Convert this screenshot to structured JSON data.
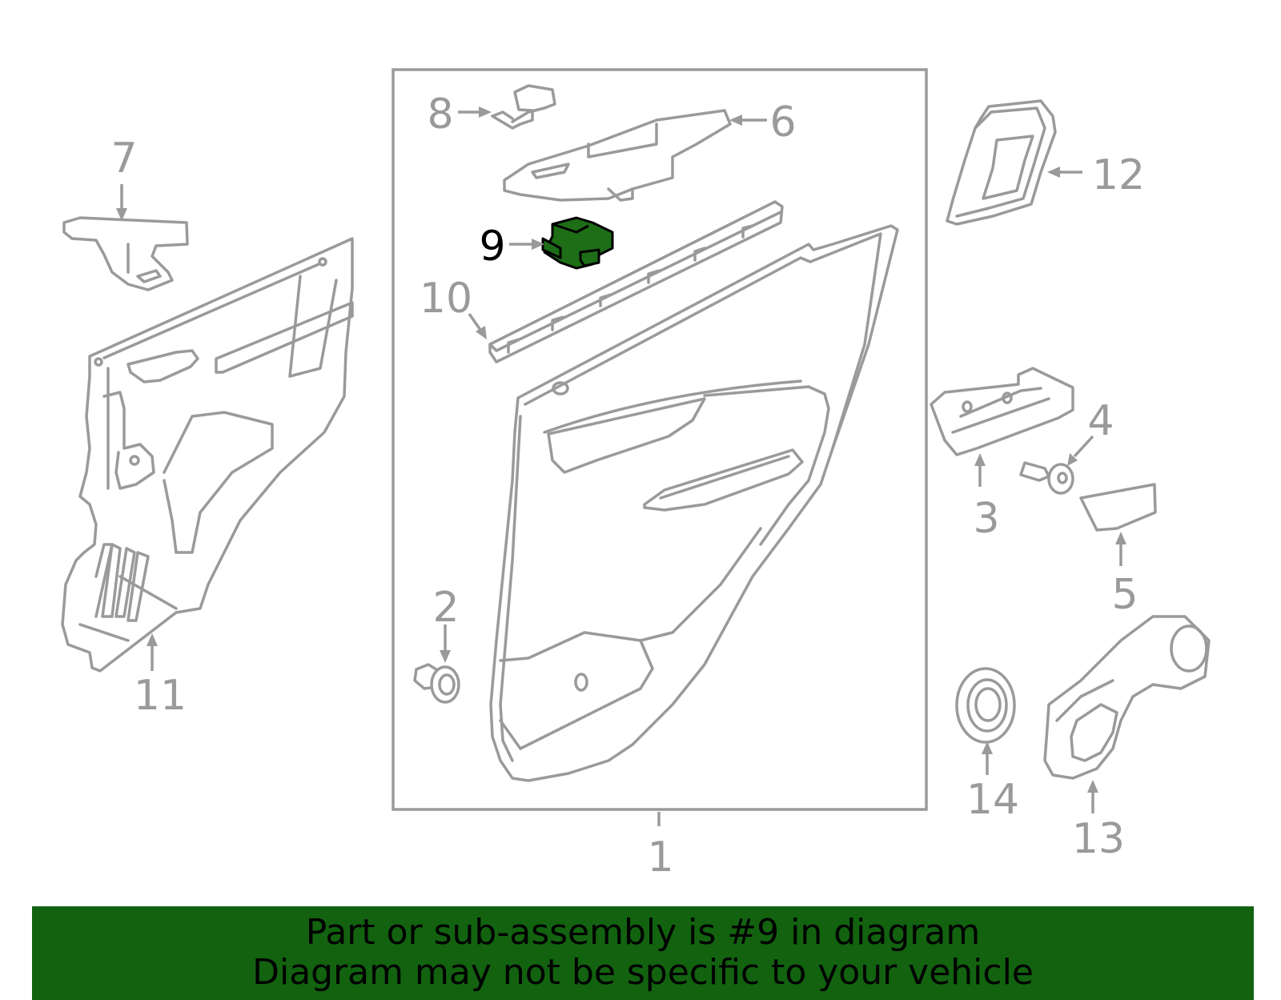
{
  "callouts": {
    "c1": "1",
    "c2": "2",
    "c3": "3",
    "c4": "4",
    "c5": "5",
    "c6": "6",
    "c7": "7",
    "c8": "8",
    "c9": "9",
    "c10": "10",
    "c11": "11",
    "c12": "12",
    "c13": "13",
    "c14": "14"
  },
  "highlighted_part": "9",
  "colors": {
    "line": "#9a9a9a",
    "highlight": "#1d6e17",
    "banner": "#126210"
  },
  "banner": {
    "line1": "Part or sub-assembly is #9 in diagram",
    "line2": "Diagram may not be specific to your vehicle"
  }
}
